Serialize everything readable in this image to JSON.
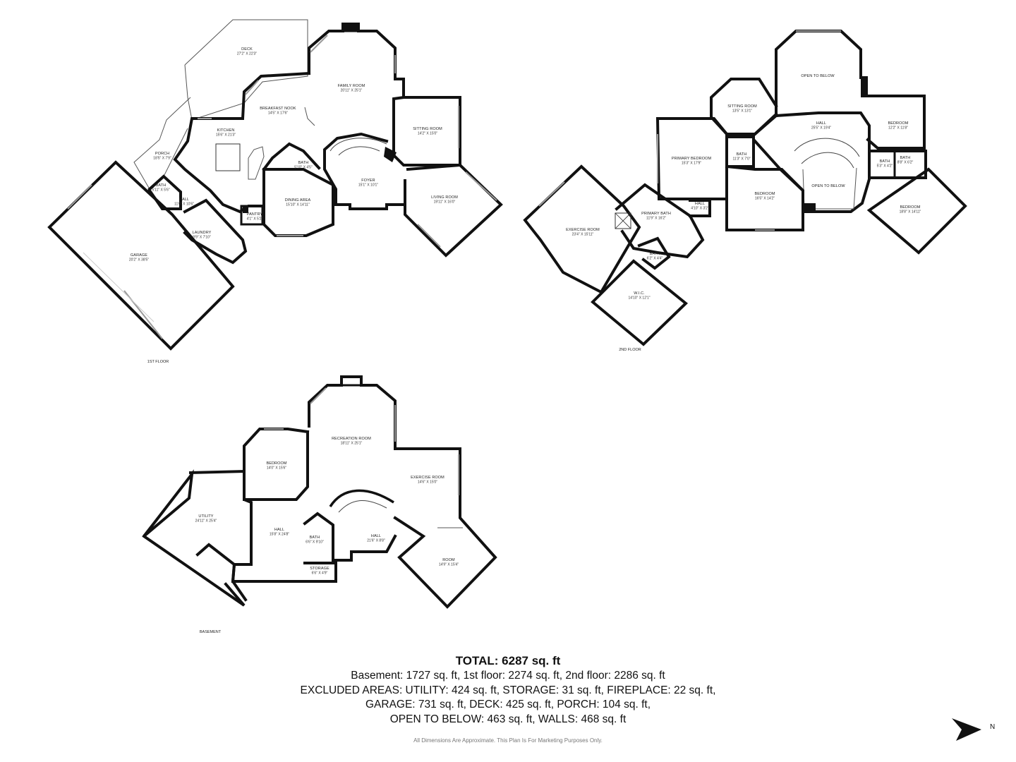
{
  "floors": {
    "first": {
      "label": "1ST FLOOR",
      "rooms": [
        {
          "name": "DECK",
          "dims": "27'2\" X 22'3\""
        },
        {
          "name": "FAMILY ROOM",
          "dims": "20'11\" X 25'1\""
        },
        {
          "name": "BREAKFAST NOOK",
          "dims": "14'5\" X 17'6\""
        },
        {
          "name": "KITCHEN",
          "dims": "15'6\" X 21'3\""
        },
        {
          "name": "SITTING ROOM",
          "dims": "14'2\" X 15'0\""
        },
        {
          "name": "PORCH",
          "dims": "18'5\" X 7'9\""
        },
        {
          "name": "BATH",
          "dims": "5'10\" X 4'5\""
        },
        {
          "name": "FOYER",
          "dims": "15'1\" X 10'1\""
        },
        {
          "name": "BATH",
          "dims": "5'11\" X 5'6\""
        },
        {
          "name": "HALL",
          "dims": "11'6\" X 10'6\""
        },
        {
          "name": "DINING AREA",
          "dims": "15'10\" X 14'11\""
        },
        {
          "name": "LIVING ROOM",
          "dims": "19'11\" X 16'0\""
        },
        {
          "name": "PANTRY",
          "dims": "4'1\" X 5'2\""
        },
        {
          "name": "LAUNDRY",
          "dims": "9'9\" X 7'10\""
        },
        {
          "name": "GARAGE",
          "dims": "20'2\" X 38'5\""
        }
      ]
    },
    "second": {
      "label": "2ND FLOOR",
      "rooms": [
        {
          "name": "OPEN TO BELOW",
          "dims": ""
        },
        {
          "name": "SITTING ROOM",
          "dims": "13'5\" X 13'1\""
        },
        {
          "name": "HALL",
          "dims": "25'5\" X 19'4\""
        },
        {
          "name": "BEDROOM",
          "dims": "12'2\" X 11'8\""
        },
        {
          "name": "PRIMARY BEDROOM",
          "dims": "15'3\" X 17'9\""
        },
        {
          "name": "BATH",
          "dims": "11'3\" X 7'0\""
        },
        {
          "name": "BATH",
          "dims": "5'3\" X 4'2\""
        },
        {
          "name": "BATH",
          "dims": "8'8\" X 6'2\""
        },
        {
          "name": "OPEN TO BELOW",
          "dims": ""
        },
        {
          "name": "BEDROOM",
          "dims": "16'5\" X 14'2\""
        },
        {
          "name": "HALL",
          "dims": "4'10\" X 3'2\""
        },
        {
          "name": "EXERCISE ROOM",
          "dims": "23'4\" X 15'11\""
        },
        {
          "name": "PRIMARY BATH",
          "dims": "11'9\" X 16'2\""
        },
        {
          "name": "BEDROOM",
          "dims": "18'8\" X 14'11\""
        },
        {
          "name": "BATH",
          "dims": "6'2\" X 4'4\""
        },
        {
          "name": "W.I.C.",
          "dims": "14'10\" X 12'1\""
        }
      ]
    },
    "basement": {
      "label": "BASEMENT",
      "rooms": [
        {
          "name": "RECREATION ROOM",
          "dims": "18'11\" X 25'1\""
        },
        {
          "name": "BEDROOM",
          "dims": "14'0\" X 15'6\""
        },
        {
          "name": "EXERCISE ROOM",
          "dims": "14'6\" X 15'0\""
        },
        {
          "name": "UTILITY",
          "dims": "24'11\" X 25'4\""
        },
        {
          "name": "HALL",
          "dims": "15'8\" X 24'8\""
        },
        {
          "name": "HALL",
          "dims": "21'6\" X 8'8\""
        },
        {
          "name": "BATH",
          "dims": "6'6\" X 9'10\""
        },
        {
          "name": "ROOM",
          "dims": "14'9\" X 15'4\""
        },
        {
          "name": "STORAGE",
          "dims": "6'6\" X 4'9\""
        }
      ]
    }
  },
  "summary": {
    "total": "TOTAL: 6287 sq. ft",
    "lines": [
      "Basement: 1727 sq. ft, 1st floor: 2274 sq. ft, 2nd floor: 2286 sq. ft",
      "EXCLUDED AREAS: UTILITY: 424 sq. ft, STORAGE: 31 sq. ft, FIREPLACE: 22 sq. ft,",
      "GARAGE: 731 sq. ft, DECK: 425 sq. ft, PORCH: 104 sq. ft,",
      "OPEN TO BELOW: 463 sq. ft, WALLS: 468 sq. ft"
    ]
  },
  "disclaimer": "All Dimensions Are Approximate. This Plan Is For Marketing Purposes Only.",
  "compass": {
    "icon": "north-arrow-icon",
    "direction": "N"
  }
}
